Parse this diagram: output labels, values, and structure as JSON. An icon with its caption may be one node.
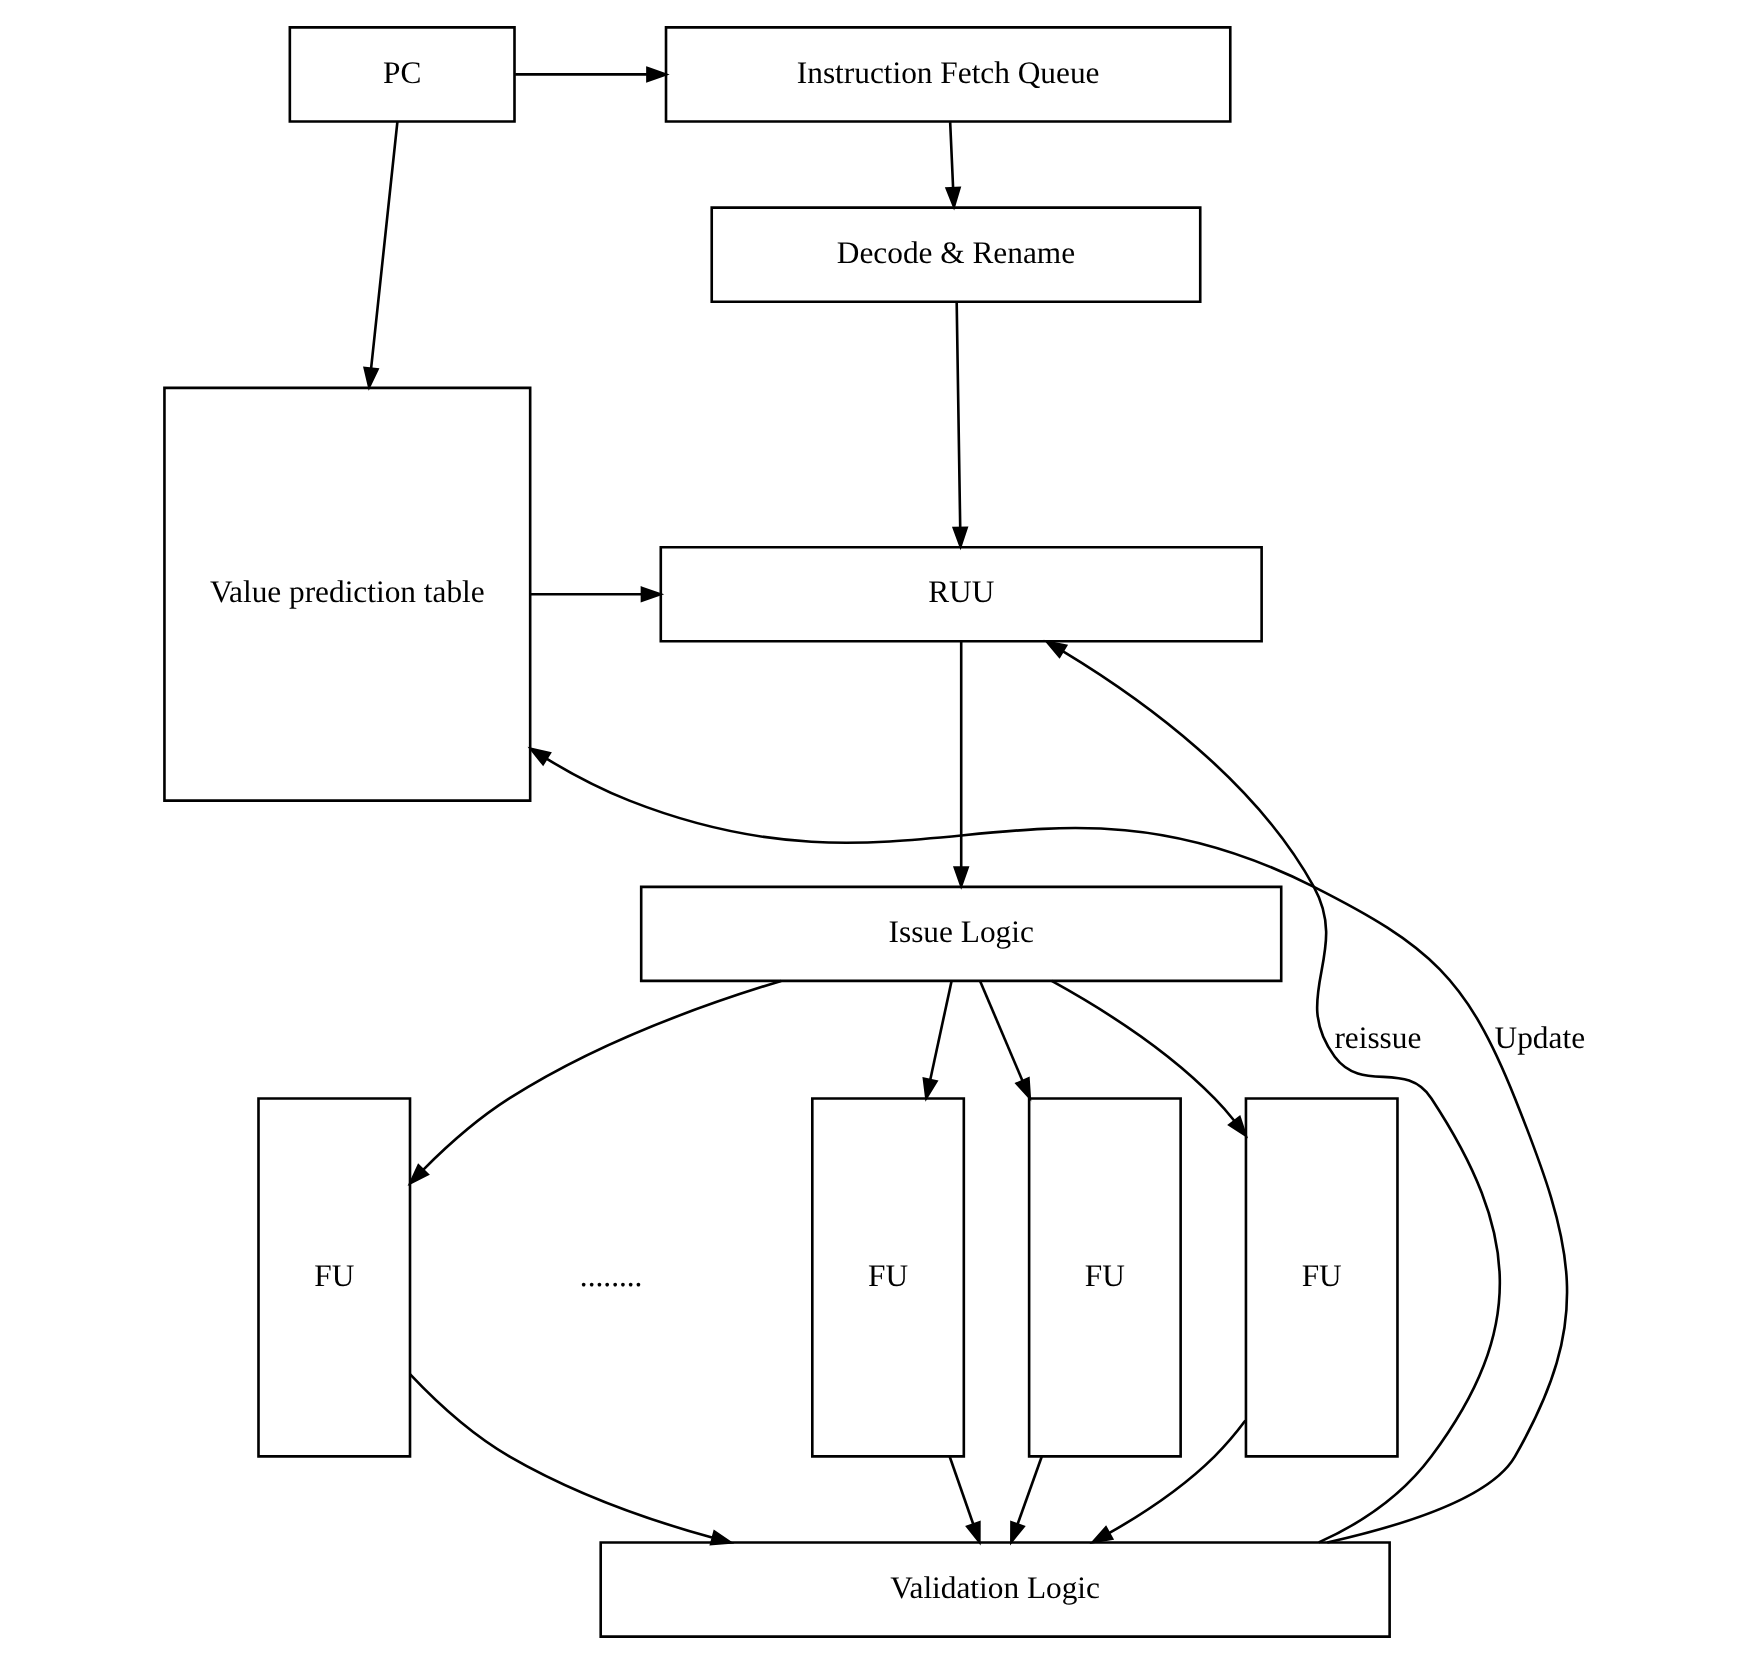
{
  "diagram": {
    "nodes": [
      {
        "text": [
          "Instruction Fetch Queue"
        ]
      },
      {
        "text": [
          "PC"
        ]
      },
      {
        "text": [
          "Decode & Rename"
        ]
      },
      {
        "text": [
          "RUU"
        ]
      },
      {
        "text": [
          "Value prediction table"
        ]
      },
      {
        "text": [
          "Issue Logic"
        ]
      },
      {
        "text": [
          "FU"
        ]
      },
      {
        "text": [
          "FU"
        ]
      },
      {
        "text": [
          "FU"
        ]
      },
      {
        "text": [
          "FU"
        ]
      },
      {
        "text": [
          "Validation Logic"
        ]
      }
    ],
    "edges": [
      {
        "from": 1,
        "to": 0,
        "arrow": "to"
      },
      {
        "from": 0,
        "to": 2,
        "arrow": "to"
      },
      {
        "from": 2,
        "to": 3,
        "arrow": "to"
      },
      {
        "from": 1,
        "to": 4,
        "arrow": "to"
      },
      {
        "from": 4,
        "to": 3,
        "arrow": "to"
      },
      {
        "from": 3,
        "to": 5,
        "arrow": "to"
      },
      {
        "from": 5,
        "to": 6,
        "arrow": "to"
      },
      {
        "from": 5,
        "to": 7,
        "arrow": "to"
      },
      {
        "from": 5,
        "to": 8,
        "arrow": "to"
      },
      {
        "from": 5,
        "to": 9,
        "arrow": "to"
      },
      {
        "from": 6,
        "to": 10,
        "arrow": "to"
      },
      {
        "from": 7,
        "to": 10,
        "arrow": "to"
      },
      {
        "from": 8,
        "to": 10,
        "arrow": "to"
      },
      {
        "from": 9,
        "to": 10,
        "arrow": "to"
      },
      {
        "from": 10,
        "to": 3,
        "arrow": "to",
        "label": "reissue"
      },
      {
        "from": 10,
        "to": 4,
        "arrow": "to",
        "label": "Update"
      }
    ],
    "labels": [
      "........"
    ]
  }
}
